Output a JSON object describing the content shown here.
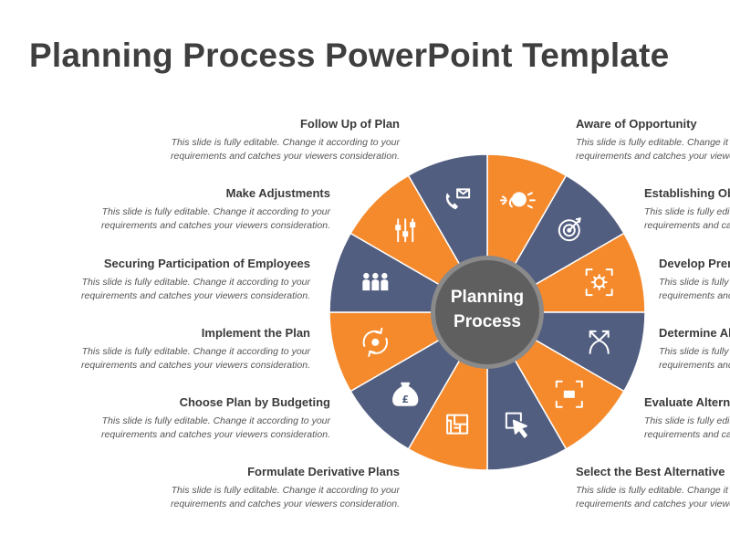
{
  "title": "Planning Process PowerPoint Template",
  "center": {
    "line1": "Planning",
    "line2": "Process"
  },
  "colors": {
    "orange": "#f58a2c",
    "navy": "#525e80",
    "hub": "#6b6b6b",
    "title": "#3f3f3f"
  },
  "left_items": [
    {
      "title": "Follow Up of Plan",
      "desc1": "This slide is fully editable. Change it according to your",
      "desc2": "requirements and catches your viewers consideration."
    },
    {
      "title": "Make Adjustments",
      "desc1": "This slide is fully editable. Change it according to your",
      "desc2": "requirements and catches your viewers consideration."
    },
    {
      "title": "Securing Participation of Employees",
      "desc1": "This slide is fully editable. Change it according to your",
      "desc2": "requirements and catches your viewers consideration."
    },
    {
      "title": "Implement the Plan",
      "desc1": "This slide is fully editable. Change it according to your",
      "desc2": "requirements and catches your viewers consideration."
    },
    {
      "title": "Choose Plan by Budgeting",
      "desc1": "This slide is fully editable. Change it according to your",
      "desc2": "requirements and catches your viewers consideration."
    },
    {
      "title": "Formulate Derivative Plans",
      "desc1": "This slide is fully editable. Change it according to your",
      "desc2": "requirements and catches your viewers consideration."
    }
  ],
  "right_items": [
    {
      "title": "Aware of Opportunity",
      "desc1": "This slide is fully editable. Change it according to your",
      "desc2": "requirements and catches your viewers consideration."
    },
    {
      "title": "Establishing Objectives",
      "desc1": "This slide is fully editable. Change it according to your",
      "desc2": "requirements and catches your viewers consideration."
    },
    {
      "title": "Develop Premises",
      "desc1": "This slide is fully editable. Change it according to your",
      "desc2": "requirements and catches your viewers consideration."
    },
    {
      "title": "Determine Alternatives",
      "desc1": "This slide is fully editable. Change it according to your",
      "desc2": "requirements and catches your viewers consideration."
    },
    {
      "title": "Evaluate Alternatives",
      "desc1": "This slide is fully editable. Change it according to your",
      "desc2": "requirements and catches your viewers consideration."
    },
    {
      "title": "Select the Best Alternative",
      "desc1": "This slide is fully editable. Change it according to your",
      "desc2": "requirements and catches your viewers consideration."
    }
  ],
  "segments": [
    {
      "icon": "brain-icon",
      "color": "orange"
    },
    {
      "icon": "target-icon",
      "color": "navy"
    },
    {
      "icon": "gear-focus-icon",
      "color": "orange"
    },
    {
      "icon": "split-arrows-icon",
      "color": "navy"
    },
    {
      "icon": "screen-frame-icon",
      "color": "orange"
    },
    {
      "icon": "cursor-click-icon",
      "color": "navy"
    },
    {
      "icon": "blueprint-icon",
      "color": "orange"
    },
    {
      "icon": "money-bag-icon",
      "color": "navy"
    },
    {
      "icon": "gear-cycle-icon",
      "color": "orange"
    },
    {
      "icon": "team-icon",
      "color": "navy"
    },
    {
      "icon": "sliders-icon",
      "color": "orange"
    },
    {
      "icon": "phone-mail-icon",
      "color": "navy"
    }
  ]
}
